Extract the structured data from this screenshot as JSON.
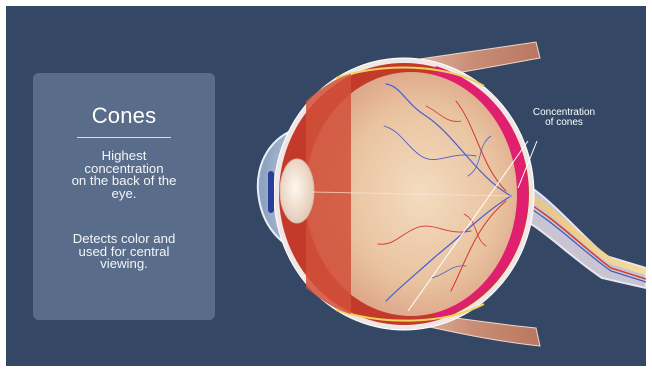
{
  "card": {
    "title": "Cones",
    "text_1": "Highest\nconcentration\non the back of the\neye.",
    "text_2": "Detects color and\nused for central\nviewing."
  },
  "callout": {
    "label": "Concentration\nof cones"
  },
  "colors": {
    "background": "#344866",
    "card": "#7a8ca8",
    "cone_band": "#e0206f",
    "eye_interior": "#e9c9a8",
    "sclera": "#c43a2a"
  },
  "icons": {
    "diagram": "eye-cross-section-illustration"
  }
}
